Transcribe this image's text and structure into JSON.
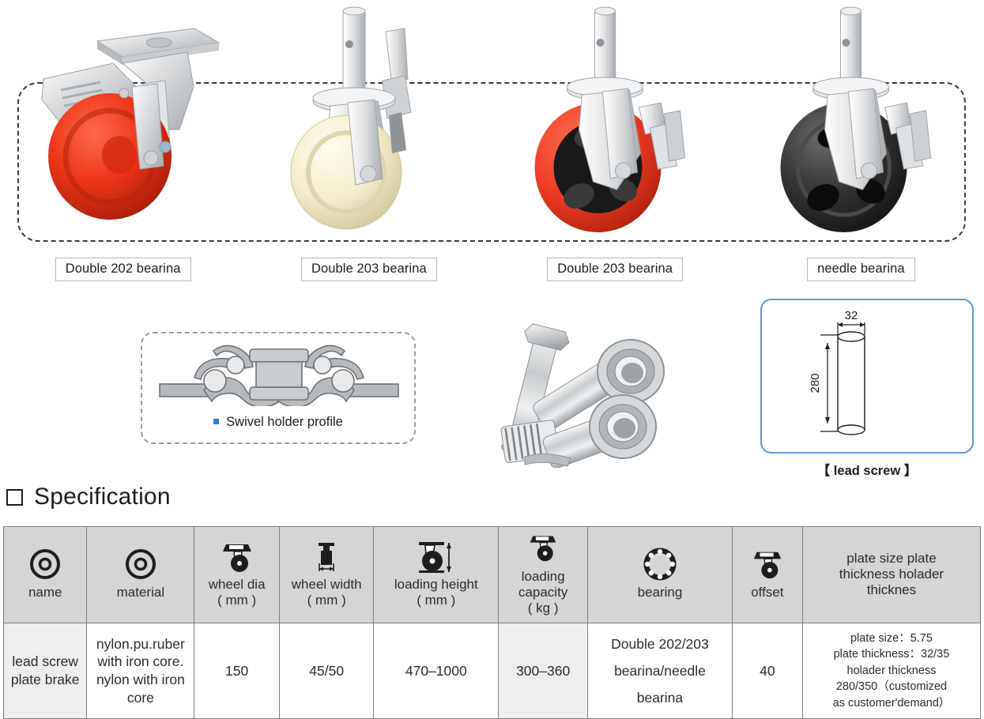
{
  "gallery": {
    "items": [
      {
        "label": "Double 202 bearina",
        "wheel_color": "#e8301c",
        "type": "plate-brake-caster",
        "icon": "caster-red-plate-icon"
      },
      {
        "label": "Double 203 bearina",
        "wheel_color": "#f2eec4",
        "type": "scaffold-caster",
        "icon": "caster-nylon-scaffold-icon"
      },
      {
        "label": "Double 203 bearina",
        "wheel_color": "#ef3b24",
        "type": "scaffold-caster",
        "icon": "caster-red-scaffold-icon"
      },
      {
        "label": "needle bearina",
        "wheel_color": "#2d2d2d",
        "type": "scaffold-caster",
        "icon": "caster-black-scaffold-icon"
      }
    ]
  },
  "mid": {
    "profile": {
      "caption": "Swivel holder profile",
      "bullet_color": "#2f7fd4",
      "icon": "swivel-holder-profile-icon"
    },
    "hardware": {
      "icon": "axle-bolt-and-bearings-photo"
    },
    "lead_screw": {
      "caption": "【 lead screw 】",
      "diameter": "32",
      "length": "280",
      "frame_color": "#5b9bd5",
      "icon": "lead-screw-tube-icon"
    }
  },
  "spec": {
    "heading": "Specification",
    "heading_marker": "empty-square-bullet-icon",
    "columns": [
      {
        "icon": "wheel-circle-icon",
        "line1": "name",
        "line2": ""
      },
      {
        "icon": "wheel-circle-icon",
        "line1": "material",
        "line2": ""
      },
      {
        "icon": "caster-kg-icon",
        "line1": "wheel dia",
        "line2": "( mm )"
      },
      {
        "icon": "wheel-width-icon",
        "line1": "wheel width",
        "line2": "( mm )"
      },
      {
        "icon": "loading-height-icon",
        "line1": "loading height",
        "line2": "( mm )"
      },
      {
        "icon": "caster-kg-icon",
        "line1": "loading",
        "line2": "capacity",
        "line3": "( kg )"
      },
      {
        "icon": "ball-bearing-icon",
        "line1": "bearing",
        "line2": ""
      },
      {
        "icon": "caster-kg-icon",
        "line1": "offset",
        "line2": ""
      },
      {
        "icon": "",
        "line1": "plate size plate",
        "line2": "thickness holader",
        "line3": "thicknes"
      }
    ],
    "rows": [
      {
        "name": "lead screw\nplate brake",
        "material": "nylon.pu.ruber\nwith iron core.\nnylon with iron\ncore",
        "wheel_dia": "150",
        "wheel_width": "45/50",
        "loading_height": "470–1000",
        "loading_capacity": "300–360",
        "bearing": "Double 202/203\nbearina/needle\nbearina",
        "offset": "40",
        "plate_info": "plate size：5.75\nplate thickness：32/35\nholader thickness\n280/350 ( customized\nas customer'demand )"
      }
    ]
  },
  "colors": {
    "header_bg": "#d5d5d5",
    "tint_bg": "#eeeeee",
    "border": "#7d7d7d",
    "accent_blue": "#5b9bd5"
  }
}
